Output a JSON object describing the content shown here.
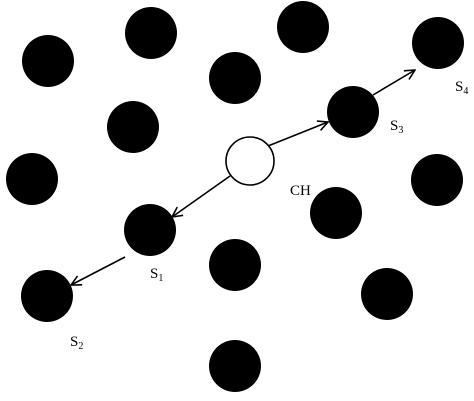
{
  "colors": {
    "sensor_fill": "#000000",
    "cluster_head_fill": "#ffffff",
    "stroke": "#000000"
  },
  "labels": {
    "cluster_head": "CH",
    "s1": {
      "base": "S",
      "sub": "1"
    },
    "s2": {
      "base": "S",
      "sub": "2"
    },
    "s3": {
      "base": "S",
      "sub": "3"
    },
    "s4": {
      "base": "S",
      "sub": "4"
    }
  }
}
